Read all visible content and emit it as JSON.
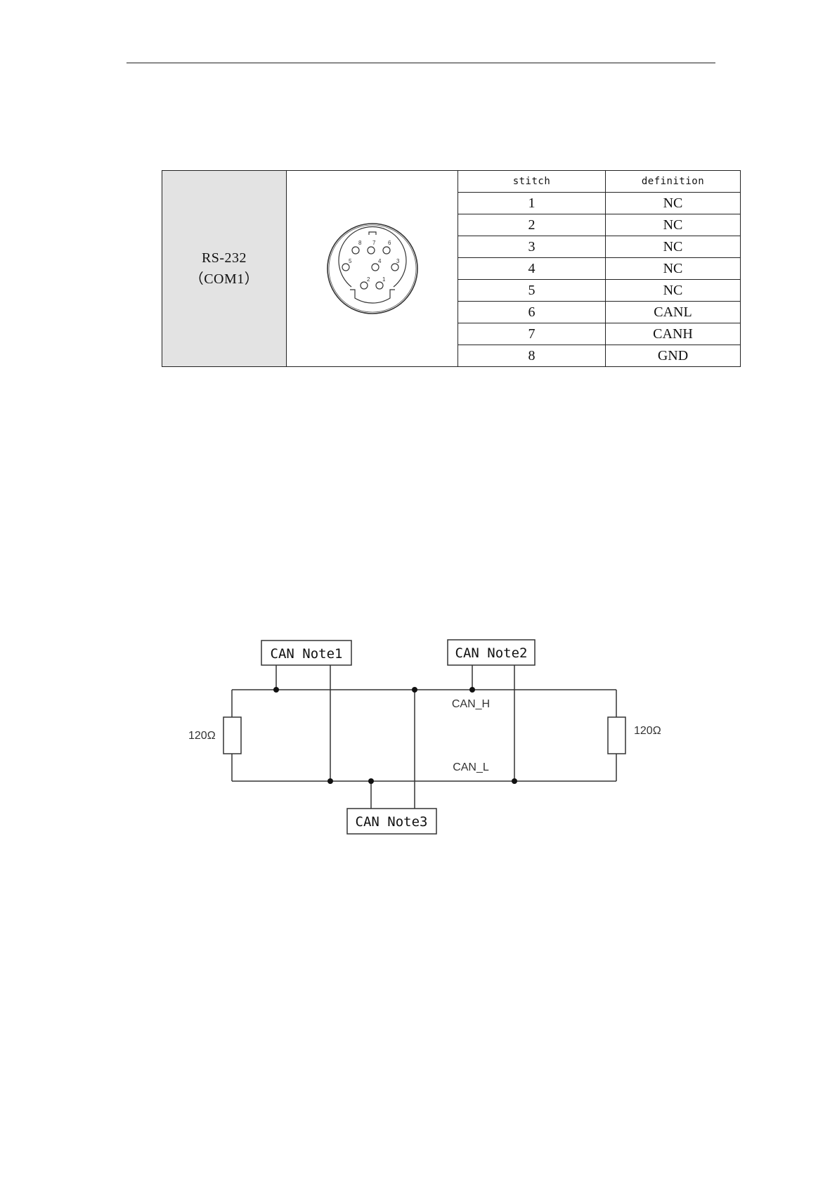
{
  "pin_table": {
    "port_name": "RS-232",
    "port_sub": "（COM1）",
    "headers": [
      "stitch",
      "definition"
    ],
    "rows": [
      {
        "stitch": "1",
        "definition": "NC"
      },
      {
        "stitch": "2",
        "definition": "NC"
      },
      {
        "stitch": "3",
        "definition": "NC"
      },
      {
        "stitch": "4",
        "definition": "NC"
      },
      {
        "stitch": "5",
        "definition": "NC"
      },
      {
        "stitch": "6",
        "definition": "CANL"
      },
      {
        "stitch": "7",
        "definition": "CANH"
      },
      {
        "stitch": "8",
        "definition": "GND"
      }
    ],
    "connector_pins": [
      "8",
      "7",
      "6",
      "5",
      "4",
      "3",
      "2",
      "1"
    ]
  },
  "can_diagram": {
    "nodes": [
      "CAN Note1",
      "CAN Note2",
      "CAN Note3"
    ],
    "signals": [
      "CAN_H",
      "CAN_L"
    ],
    "resistor_left": "120Ω",
    "resistor_right": "120Ω"
  }
}
